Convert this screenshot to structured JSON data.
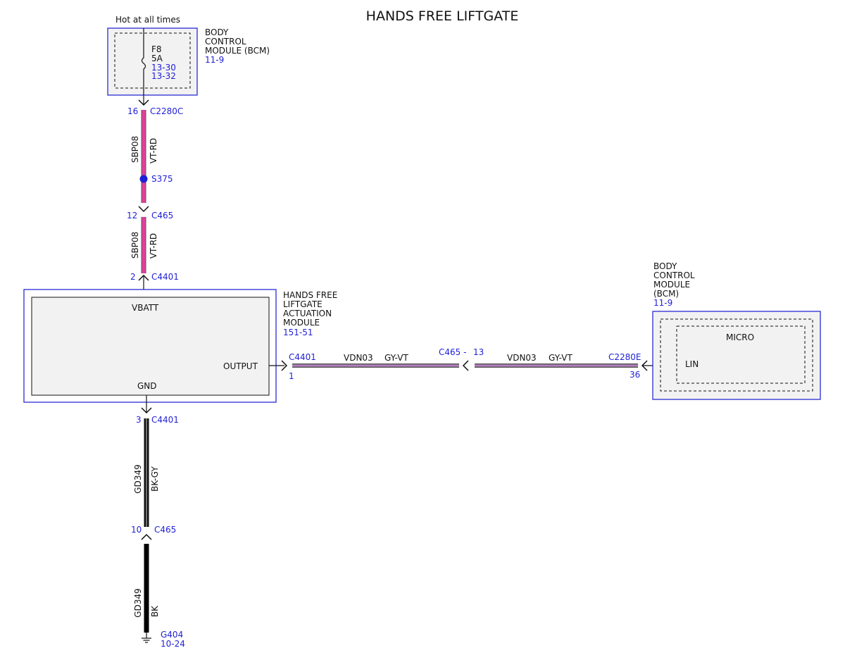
{
  "title": "HANDS FREE LIFTGATE",
  "colors": {
    "module_fill": "#f2f2f2",
    "module_border": "#2b2bd6",
    "ref_text": "#1f1fd6",
    "wire_vt_rd": "#e0409a",
    "wire_gy_vt": "#7a6f86",
    "wire_bk": "#000000"
  },
  "bcm_top": {
    "supply_label": "Hot at all times",
    "name_lines": [
      "BODY",
      "CONTROL",
      "MODULE (BCM)"
    ],
    "ref": "11-9",
    "fuse": {
      "name": "F8",
      "rating": "5A",
      "refs": [
        "13-30",
        "13-32"
      ]
    }
  },
  "bcm_right": {
    "name_lines": [
      "BODY",
      "CONTROL",
      "MODULE",
      "(BCM)"
    ],
    "ref": "11-9",
    "inner_label": "MICRO",
    "pin_label": "LIN"
  },
  "hfam": {
    "name_lines": [
      "HANDS FREE",
      "LIFTGATE",
      "ACTUATION",
      "MODULE"
    ],
    "ref": "151-51",
    "pins": {
      "vbatt": "VBATT",
      "output": "OUTPUT",
      "gnd": "GND"
    }
  },
  "connectors": {
    "c2280c": {
      "pin": "16",
      "name": "C2280C"
    },
    "splice": {
      "name": "S375"
    },
    "c465_top": {
      "pin": "12",
      "name": "C465"
    },
    "c4401_top": {
      "pin": "2",
      "name": "C4401"
    },
    "c4401_out": {
      "pin": "1",
      "name": "C4401"
    },
    "c465_mid": {
      "pin": "13",
      "name": "C465 -"
    },
    "c2280e": {
      "pin": "36",
      "name": "C2280E"
    },
    "c4401_gnd": {
      "pin": "3",
      "name": "C4401"
    },
    "c465_gnd": {
      "pin": "10",
      "name": "C465"
    }
  },
  "wires": {
    "upper": {
      "circuit": "SBP08",
      "color": "VT-RD"
    },
    "lower": {
      "circuit": "SBP08",
      "color": "VT-RD"
    },
    "left_lin": {
      "circuit": "VDN03",
      "color": "GY-VT"
    },
    "right_lin": {
      "circuit": "VDN03",
      "color": "GY-VT"
    },
    "gnd_upper": {
      "circuit": "GD349",
      "color": "BK-GY"
    },
    "gnd_lower": {
      "circuit": "GD349",
      "color": "BK"
    }
  },
  "ground": {
    "name": "G404",
    "ref": "10-24"
  }
}
